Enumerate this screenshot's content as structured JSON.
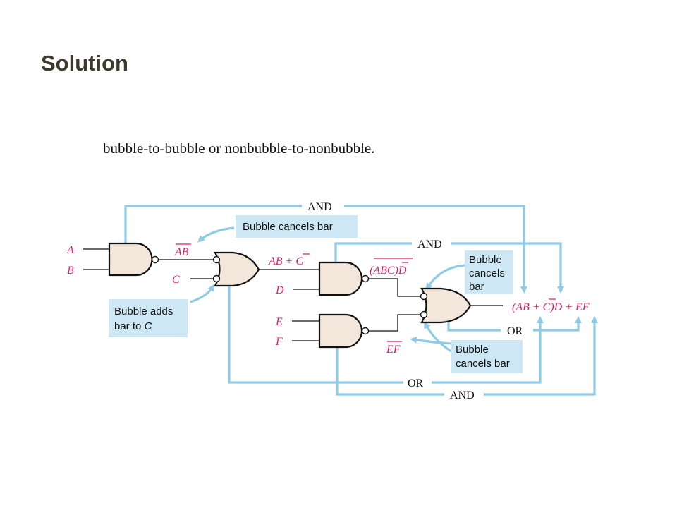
{
  "slide": {
    "title": "Solution",
    "subtitle": "bubble-to-bubble or nonbubble-to-nonbubble."
  },
  "diagram": {
    "inputs": {
      "a": "A",
      "b": "B",
      "c": "C",
      "d": "D",
      "e": "E",
      "f": "F"
    },
    "signals": {
      "ab_bar": "AB",
      "ab_plus_cbar": "AB + C",
      "abcd": "(ABC)D",
      "ef_bar": "EF",
      "output": "(AB + C)D + EF"
    },
    "routes": {
      "and_top": "AND",
      "and_mid": "AND",
      "or_right": "OR",
      "or_bottom": "OR",
      "and_bottom": "AND"
    },
    "callouts": {
      "bubble_cancels_bar_1": "Bubble cancels bar",
      "bubble_adds_line1": "Bubble adds",
      "bubble_adds_line2_prefix": "bar to ",
      "bubble_adds_line2_var": "C",
      "bubble_cancels_bar_2": [
        "Bubble",
        "cancels",
        "bar"
      ],
      "bubble_cancels_bar_3": [
        "Bubble",
        "cancels bar"
      ]
    },
    "colors": {
      "signal_label": "#d61f6a",
      "arrow": "#8fcbe6",
      "callout_fill": "#cde7f5",
      "gate_fill": "#f3e7dc"
    }
  }
}
